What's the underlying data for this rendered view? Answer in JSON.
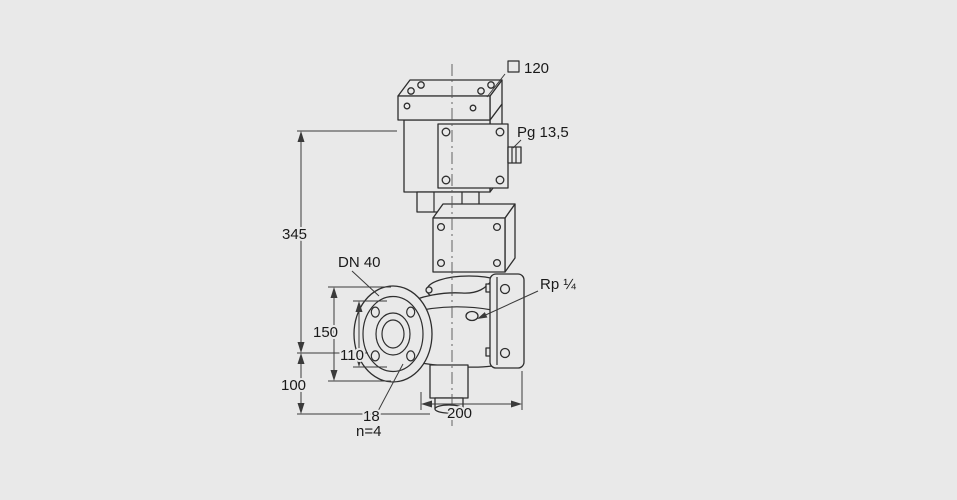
{
  "colors": {
    "background": "#e9e9e9",
    "object_line": "#2e2e2e",
    "dimension_line": "#3a3a3a",
    "text": "#1a1a1a"
  },
  "drawing": {
    "description": "Motorized valve dimensional drawing",
    "labels": {
      "square_size": "120",
      "cable_gland": "Pg 13,5",
      "total_height": "345",
      "nominal_size": "DN 40",
      "flange_od": "150",
      "bolt_circle": "110",
      "lower_height": "100",
      "tapping": "Rp ¼",
      "hole_diameter": "18",
      "hole_count": "n=4",
      "length": "200"
    }
  }
}
